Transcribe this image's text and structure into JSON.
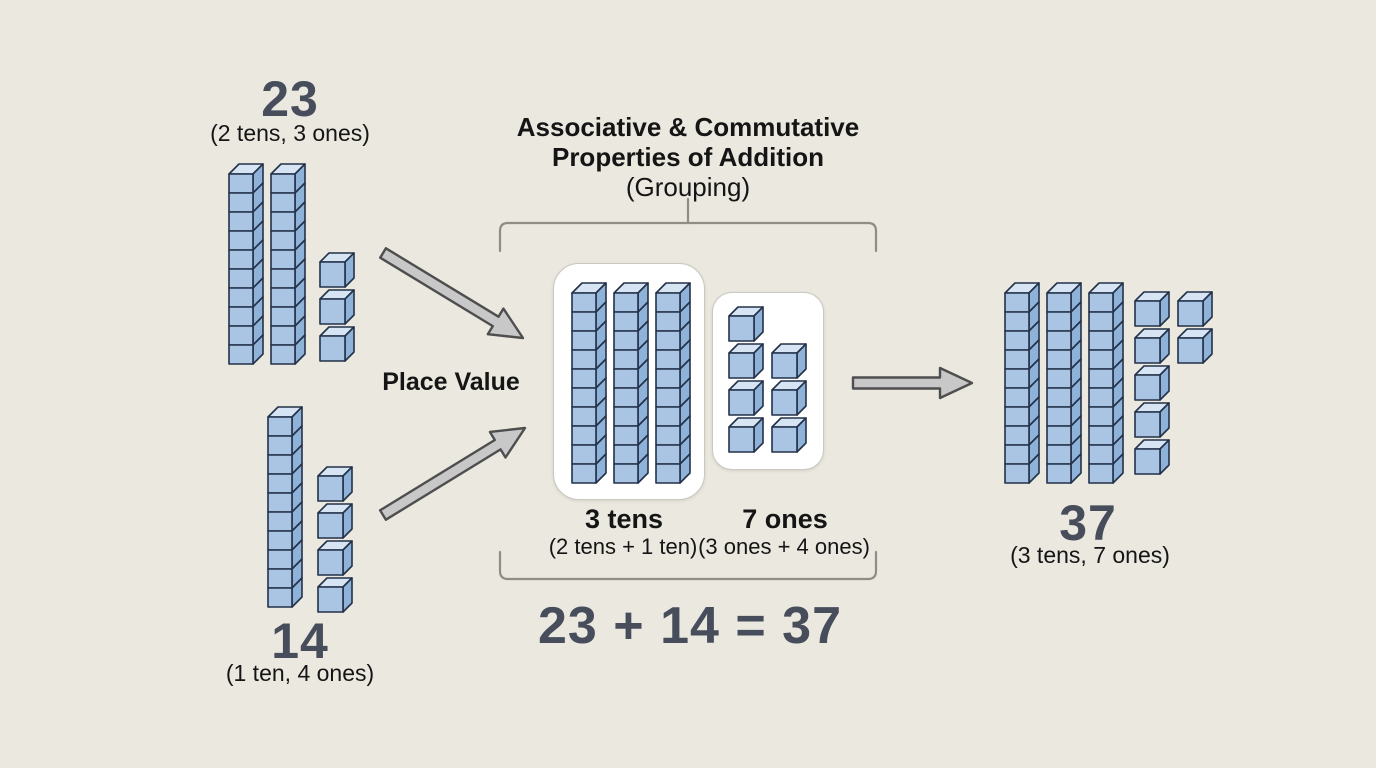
{
  "colors": {
    "background": "#eae8df",
    "cube_front": "#a9c5e3",
    "cube_top": "#d6e4f3",
    "cube_side": "#8fb2d8",
    "cube_stroke": "#233149",
    "number_text": "#484d5c",
    "body_text": "#151515",
    "bracket": "#8e8e87",
    "arrow_fill": "#c8c8c8",
    "arrow_stroke": "#4e4e4e"
  },
  "left_top": {
    "number": "23",
    "caption": "(2 tens, 3 ones)",
    "tens": 2,
    "ones_layout": [
      [
        0
      ],
      [
        0
      ],
      [
        0
      ]
    ]
  },
  "left_bottom": {
    "number": "14",
    "caption": "(1 ten, 4 ones)",
    "tens": 1,
    "ones_layout": [
      [
        0
      ],
      [
        0
      ],
      [
        0
      ],
      [
        0
      ]
    ]
  },
  "center": {
    "title_line1": "Associative & Commutative",
    "title_line2": "Properties of Addition",
    "title_line3": "(Grouping)",
    "place_value_label": "Place Value",
    "tens_box": {
      "tens": 3,
      "label": "3 tens",
      "caption": "(2 tens + 1 ten)"
    },
    "ones_box": {
      "ones_layout": [
        [
          0
        ],
        [
          0,
          1
        ],
        [
          0,
          1
        ],
        [
          0,
          1
        ]
      ],
      "label": "7 ones",
      "caption": "(3 ones + 4 ones)"
    },
    "equation": "23 + 14 = 37"
  },
  "result": {
    "number": "37",
    "caption": "(3 tens, 7 ones)",
    "tens": 3,
    "ones_layout": [
      [
        0,
        1
      ],
      [
        0,
        1
      ],
      [
        0
      ],
      [
        0
      ],
      [
        0
      ]
    ]
  }
}
